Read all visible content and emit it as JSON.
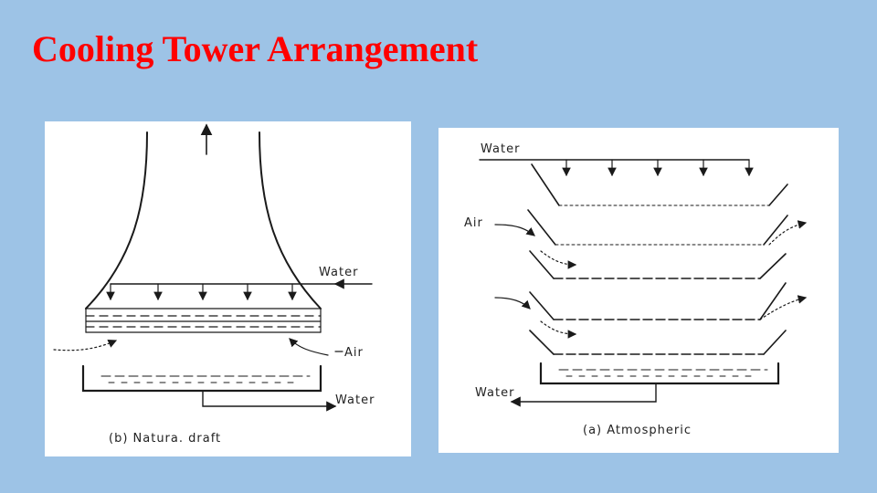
{
  "slide": {
    "title": "Cooling Tower Arrangement",
    "title_color": "#ff0000",
    "background_color": "#9dc3e6"
  },
  "natural_draft_diagram": {
    "water_in_label": "Water",
    "air_label": "Air",
    "water_out_label": "Water",
    "caption": "(b)  Natura. draft"
  },
  "atmospheric_diagram": {
    "water_in_label": "Water",
    "air_label": "Air",
    "water_out_label": "Water",
    "caption": "(a)  Atmospheric"
  }
}
